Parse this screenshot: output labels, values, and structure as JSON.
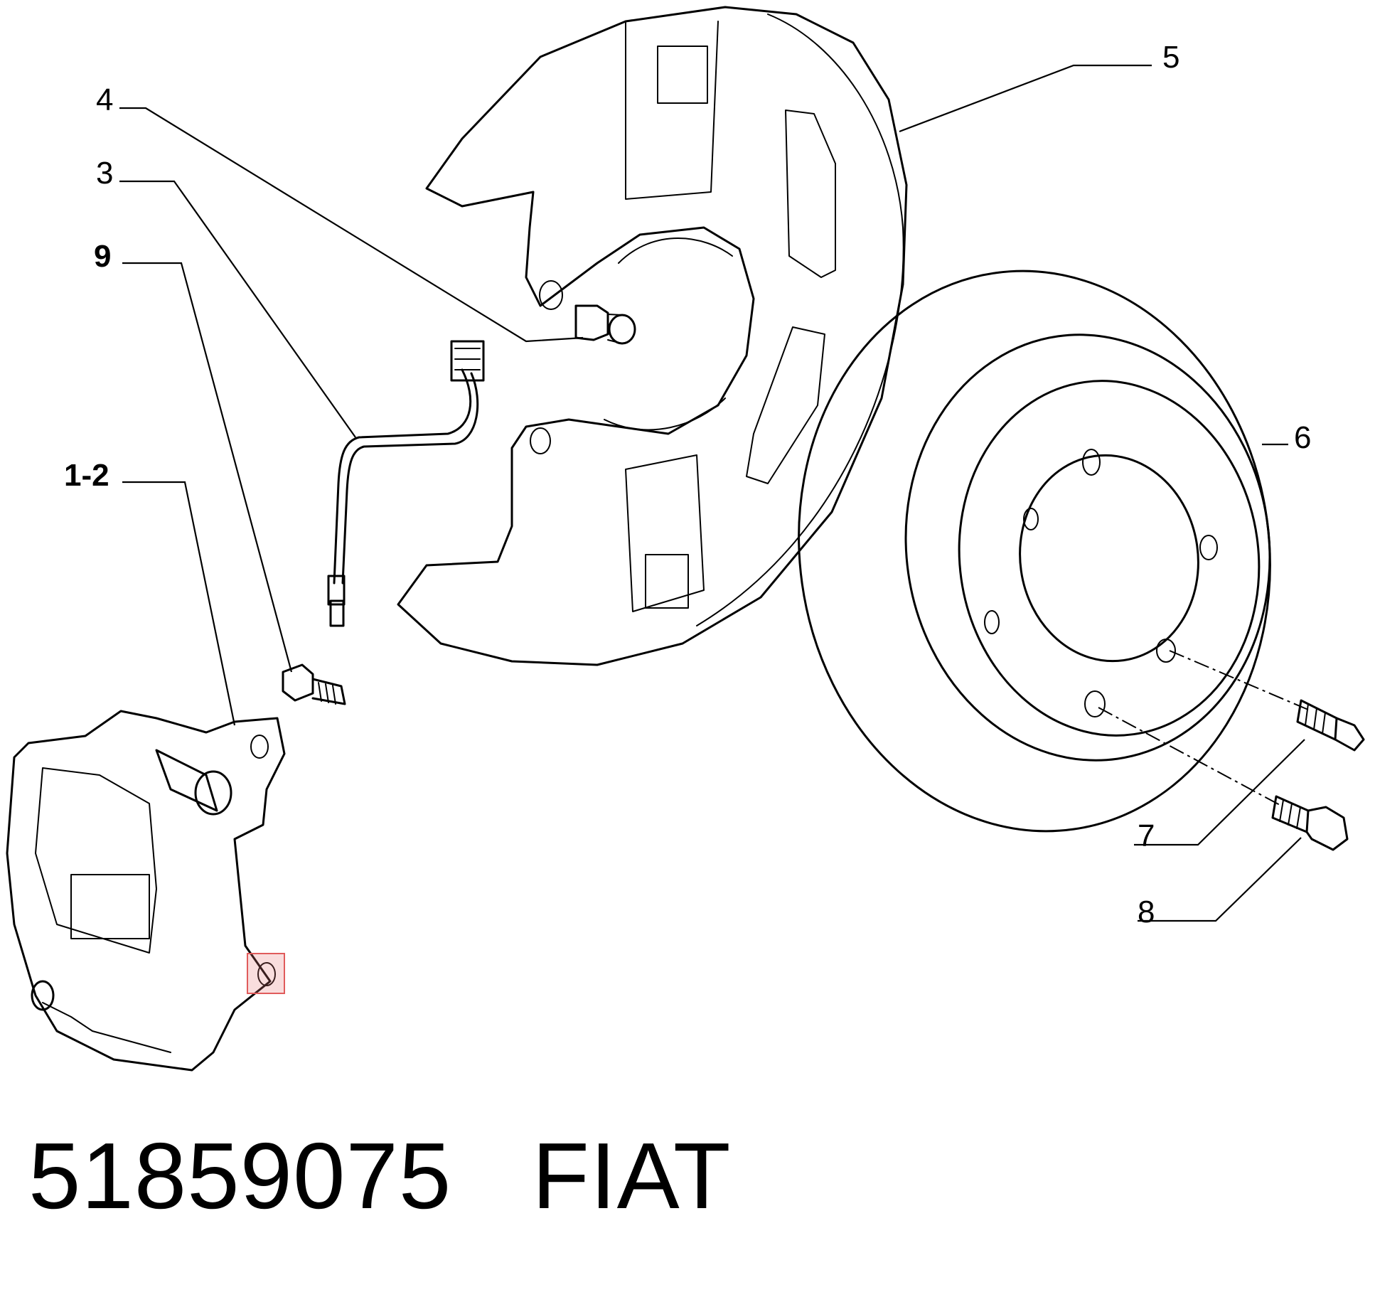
{
  "diagram": {
    "callouts": [
      {
        "id": "4",
        "label": "4"
      },
      {
        "id": "3",
        "label": "3"
      },
      {
        "id": "9",
        "label": "9"
      },
      {
        "id": "1-2",
        "label": "1-2"
      },
      {
        "id": "5",
        "label": "5"
      },
      {
        "id": "6",
        "label": "6"
      },
      {
        "id": "7",
        "label": "7"
      },
      {
        "id": "8",
        "label": "8"
      }
    ]
  },
  "caption": {
    "part_number": "51859075",
    "brand": "FIAT"
  },
  "colors": {
    "line": "#000000",
    "background": "#ffffff",
    "highlight": "#e05b5b"
  }
}
